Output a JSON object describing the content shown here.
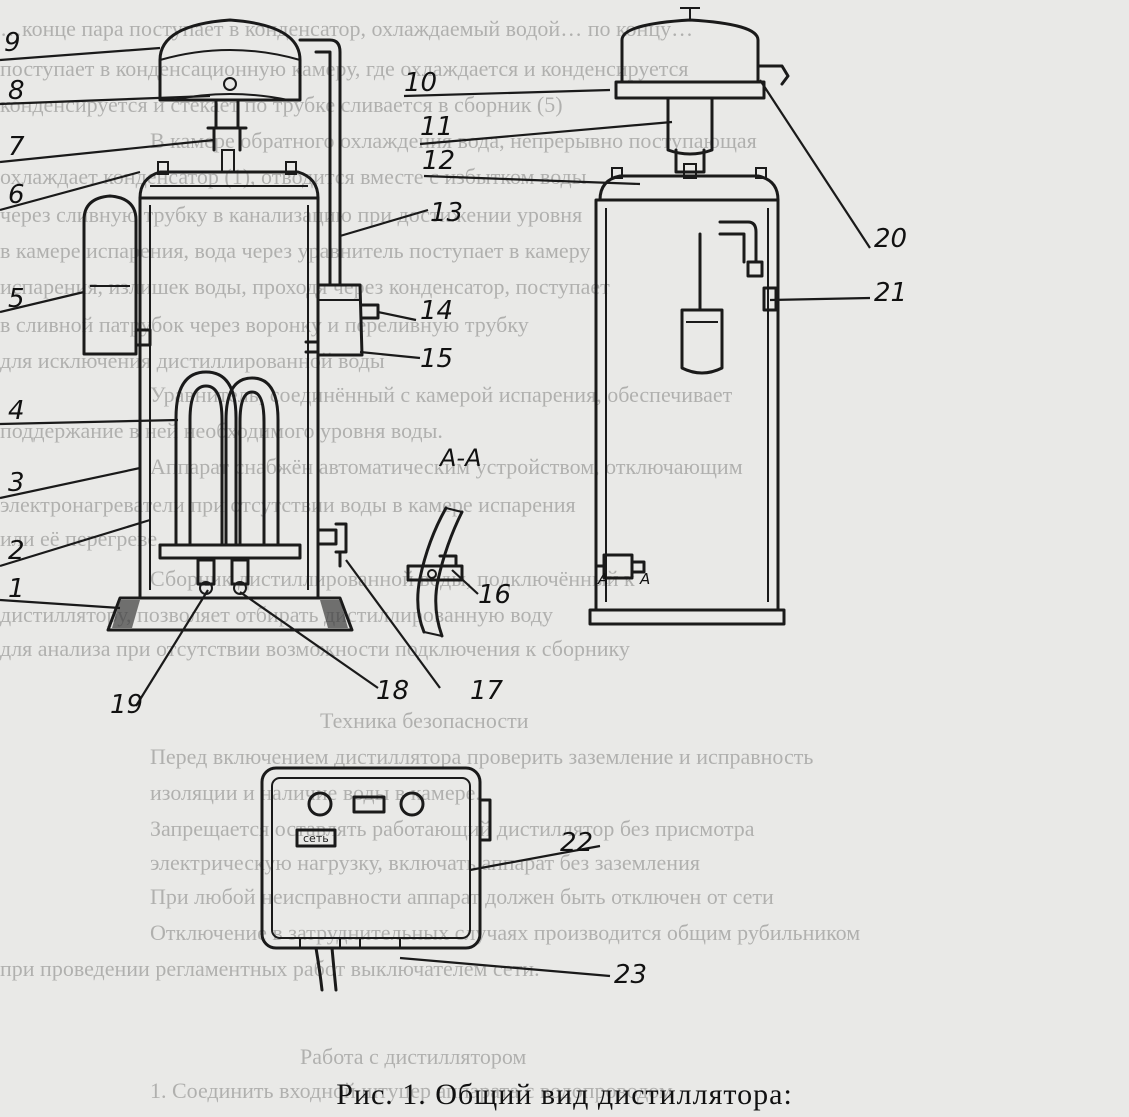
{
  "caption": "Рис. 1. Общий вид дистиллятора:",
  "callouts": [
    "1",
    "2",
    "3",
    "4",
    "5",
    "6",
    "7",
    "8",
    "9",
    "10",
    "11",
    "12",
    "13",
    "14",
    "15",
    "16",
    "17",
    "18",
    "19",
    "20",
    "21",
    "22",
    "23"
  ],
  "section_label": "А-А",
  "section_marks": [
    "А",
    "А"
  ],
  "panel": {
    "power_label": "сеть"
  },
  "background_text": [
    "…конце пара поступает в конденсатор, охлаждаемый водой… по концу…",
    "поступает в конденсационную камеру, где охлаждается и конденсируется",
    "конденсируется и стекает по трубке сливается в сборник (5)",
    "В камере обратного охлаждения вода, непрерывно поступающая",
    "охлаждает конденсатор (1), отводится вместе с избытком воды",
    "через сливную трубку в канализацию при достижении уровня",
    "в камере испарения, вода через уравнитель поступает в камеру",
    "испарения, излишек воды, проходя через конденсатор, поступает",
    "в сливной патрубок через воронку и переливную трубку",
    "для исключения дистиллированной воды",
    "Уравнитель, соединённый с камерой испарения, обеспечивает",
    "поддержание в ней необходимого уровня воды.",
    "Аппарат снабжён автоматическим устройством, отключающим",
    "электронагреватели при отсутствии воды в камере испарения",
    "или её перегреве.",
    "Сборник дистиллированной воды, подключённый к",
    "дистиллятору, позволяет отбирать дистиллированную воду",
    "для анализа при отсутствии возможности подключения к сборнику",
    "Техника безопасности",
    "Перед включением дистиллятора проверить заземление и исправность",
    "изоляции и наличие воды в камере.",
    "Запрещается оставлять работающий дистиллятор без присмотра",
    "электрическую нагрузку, включать аппарат без заземления",
    "При любой неисправности аппарат должен быть отключен от сети",
    "Отключение в затруднительных случаях производится общим рубильником",
    "при проведении регламентных работ выключателем сети.",
    "Работа с дистиллятором",
    "1. Соединить входной штуцер аппарата с водопроводом"
  ]
}
